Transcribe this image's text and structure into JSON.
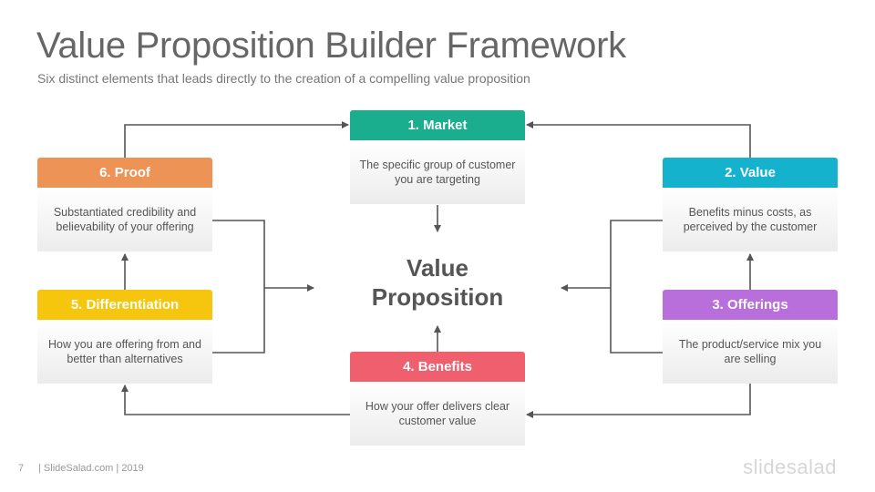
{
  "title": "Value Proposition Builder Framework",
  "subtitle": "Six distinct elements that leads directly to the creation of a compelling value proposition",
  "center": {
    "line1": "Value",
    "line2": "Proposition"
  },
  "colors": {
    "market": "#1BAE8E",
    "value": "#14B2CC",
    "offerings": "#B86FDC",
    "benefits": "#EF5F6D",
    "differentiation": "#F6C50E",
    "proof": "#EE9356",
    "arrow": "#555555"
  },
  "cards": {
    "market": {
      "header": "1. Market",
      "body": "The specific group of customer you are targeting"
    },
    "value": {
      "header": "2. Value",
      "body": "Benefits minus costs, as perceived by the customer"
    },
    "offerings": {
      "header": "3. Offerings",
      "body": "The product/service mix you are selling"
    },
    "benefits": {
      "header": "4. Benefits",
      "body": "How your offer delivers clear customer value"
    },
    "differentiation": {
      "header": "5. Differentiation",
      "body": "How you are offering from and better than alternatives"
    },
    "proof": {
      "header": "6. Proof",
      "body": "Substantiated credibility and believability of your offering"
    }
  },
  "footer": {
    "page": "7",
    "text": "| SlideSalad.com | 2019",
    "brand": "slidesalad"
  }
}
